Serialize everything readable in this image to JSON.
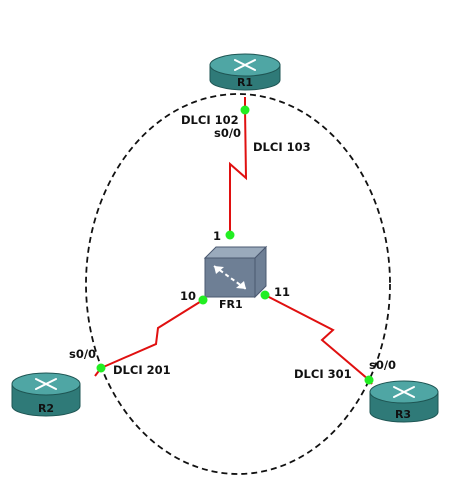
{
  "colors": {
    "link": "#e01010",
    "port": "#22ee22",
    "router_body": "#2f7a78",
    "router_top": "#4fa6a4",
    "switch_front": "#6e7f95",
    "switch_top": "#9aaabc",
    "ellipse": "#111111"
  },
  "icons": {
    "router": "router-icon",
    "frame_relay_switch": "frame-relay-switch-icon"
  },
  "devices": {
    "r1": {
      "label": "R1"
    },
    "r2": {
      "label": "R2"
    },
    "r3": {
      "label": "R3"
    },
    "fr1": {
      "label": "FR1"
    }
  },
  "labels": {
    "r1_dlci_102": "DLCI 102",
    "r1_s0_0": "s0/0",
    "r1_dlci_103": "DLCI 103",
    "fr_port_1": "1",
    "fr_port_10": "10",
    "fr_port_11": "11",
    "r2_s0_0": "s0/0",
    "r2_dlci_201": "DLCI 201",
    "r3_s0_0": "s0/0",
    "r3_dlci_301": "DLCI 301"
  }
}
